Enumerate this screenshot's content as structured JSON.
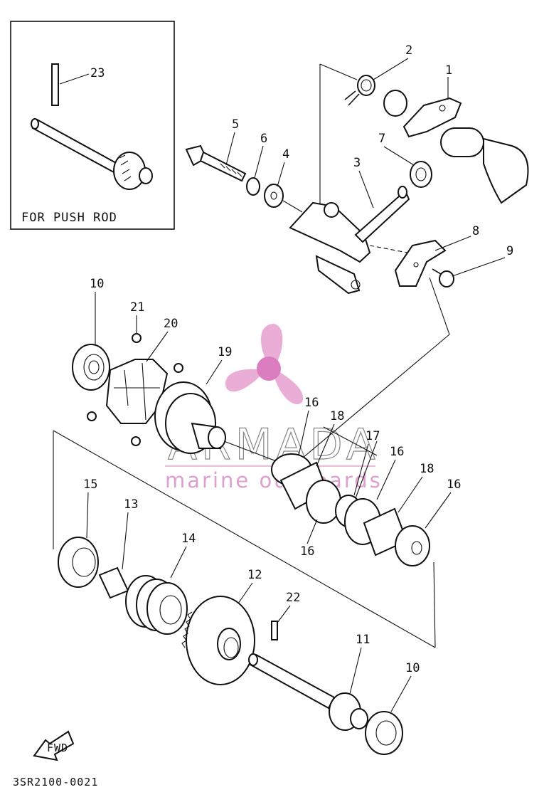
{
  "inset": {
    "caption": "FOR PUSH ROD",
    "part_number": "23"
  },
  "diagram_code": "3SR2100-0021",
  "fwd_label": "FWD",
  "watermark": {
    "brand": "ARMADA",
    "tagline": "marine outboards",
    "color": "#e8a6d2"
  },
  "callouts": [
    {
      "id": "c1",
      "text": "1"
    },
    {
      "id": "c2",
      "text": "2"
    },
    {
      "id": "c3",
      "text": "3"
    },
    {
      "id": "c4",
      "text": "4"
    },
    {
      "id": "c5",
      "text": "5"
    },
    {
      "id": "c6",
      "text": "6"
    },
    {
      "id": "c7",
      "text": "7"
    },
    {
      "id": "c8",
      "text": "8"
    },
    {
      "id": "c9",
      "text": "9"
    },
    {
      "id": "c10a",
      "text": "10"
    },
    {
      "id": "c10b",
      "text": "10"
    },
    {
      "id": "c11",
      "text": "11"
    },
    {
      "id": "c12",
      "text": "12"
    },
    {
      "id": "c13",
      "text": "13"
    },
    {
      "id": "c14",
      "text": "14"
    },
    {
      "id": "c15",
      "text": "15"
    },
    {
      "id": "c16a",
      "text": "16"
    },
    {
      "id": "c16b",
      "text": "16"
    },
    {
      "id": "c16c",
      "text": "16"
    },
    {
      "id": "c16d",
      "text": "16"
    },
    {
      "id": "c17",
      "text": "17"
    },
    {
      "id": "c18a",
      "text": "18"
    },
    {
      "id": "c18b",
      "text": "18"
    },
    {
      "id": "c19",
      "text": "19"
    },
    {
      "id": "c20",
      "text": "20"
    },
    {
      "id": "c21",
      "text": "21"
    },
    {
      "id": "c22",
      "text": "22"
    }
  ]
}
